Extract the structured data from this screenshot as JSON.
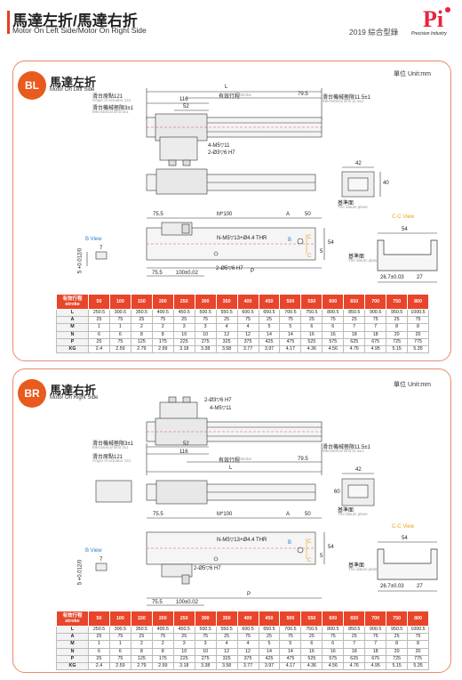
{
  "header": {
    "title": "馬達左折/馬達右折",
    "subtitle": "Motor On Left Side/Motor On Right Side",
    "catalog": "2019 綜合型錄",
    "logo_text": "Precision Industry",
    "logo_mark": "Pi"
  },
  "sections": [
    {
      "badge": "BL",
      "title": "馬達左折",
      "subtitle": "Motor On Left Side",
      "unit": "單位 Unit:mm",
      "labels": {
        "origin": "滑台原點121",
        "origin_en": "Origin of actuator 121",
        "mech_limit_l": "滑台機械極限3±1",
        "mech_limit_l_en": "Mechanical limit 3±1",
        "mech_limit_r": "滑台機械極限11.5±1",
        "mech_limit_r_en": "Mechanical limit 11.5±1",
        "stroke": "有效行程",
        "stroke_en": "Stroke",
        "L": "L",
        "d116": "116",
        "d52": "52",
        "d795": "79.5",
        "m5": "4-M5▽11",
        "dowel": "2-Ø3▽6 H7",
        "d42": "42",
        "d40": "40",
        "datum": "基準面",
        "datum_en": "The datum plane",
        "d755": "75.5",
        "m100": "M*100",
        "A": "A",
        "d50": "50",
        "nm5": "N-M5▽13+Ø4.4 THR",
        "B": "B",
        "C": "C",
        "d54": "54",
        "d5": "5",
        "dowel2": "2-Ø5▽6 H7",
        "P": "P",
        "d755b": "75.5",
        "d100": "100±0.02",
        "bview": "B View",
        "bview_dim": "5 +0.012/0",
        "d7": "7",
        "ccview": "C-C View",
        "cc54": "54",
        "cc267": "26.7±0.03",
        "cc27": "27",
        "datum2": "基準面",
        "datum2_en": "The datum plane"
      }
    },
    {
      "badge": "BR",
      "title": "馬達右折",
      "subtitle": "Motor On Right Side",
      "unit": "單位 Unit:mm",
      "labels": {
        "dowel": "2-Ø3▽6 H7",
        "m5": "4-M5▽11",
        "mech_limit_l": "滑台機械極限3±1",
        "mech_limit_l_en": "Mechanical limit 3±1",
        "d52": "52",
        "d116": "116",
        "mech_limit_r": "滑台機械極限11.5±1",
        "mech_limit_r_en": "Mechanical limit 11.5±1",
        "origin": "滑台原點121",
        "origin_en": "Origin of actuator 121",
        "stroke": "有效行程",
        "stroke_en": "Stroke",
        "d795": "79.5",
        "L": "L",
        "d42": "42",
        "d60": "60",
        "datum": "基準面",
        "datum_en": "The datum plane",
        "d755": "75.5",
        "m100": "M*100",
        "A": "A",
        "d50": "50",
        "nm5": "N-M5▽13+Ø4.4 THR",
        "B": "B",
        "C": "C",
        "d54": "54",
        "d5": "5",
        "dowel2": "2-Ø5▽6 H7",
        "P": "P",
        "d755b": "75.5",
        "d100": "100±0.02",
        "bview": "B View",
        "bview_dim": "5 +0.012/0",
        "d7": "7",
        "ccview": "C-C View",
        "cc54": "54",
        "cc267": "26.7±0.03",
        "cc27": "27",
        "datum2": "基準面",
        "datum2_en": "The datum plane"
      }
    }
  ],
  "table": {
    "header_label": "有效行程",
    "header_label_en": "stroke",
    "strokes": [
      "50",
      "100",
      "150",
      "200",
      "250",
      "300",
      "350",
      "400",
      "450",
      "500",
      "550",
      "600",
      "650",
      "700",
      "750",
      "800"
    ],
    "rows": [
      {
        "name": "L",
        "values": [
          "250.5",
          "300.5",
          "350.5",
          "400.5",
          "450.5",
          "500.5",
          "550.5",
          "600.5",
          "650.5",
          "700.5",
          "750.5",
          "800.5",
          "850.5",
          "900.5",
          "950.5",
          "1000.5"
        ]
      },
      {
        "name": "A",
        "values": [
          "25",
          "75",
          "25",
          "75",
          "25",
          "75",
          "25",
          "75",
          "25",
          "75",
          "25",
          "75",
          "25",
          "75",
          "25",
          "75"
        ]
      },
      {
        "name": "M",
        "values": [
          "1",
          "1",
          "2",
          "2",
          "3",
          "3",
          "4",
          "4",
          "5",
          "5",
          "6",
          "6",
          "7",
          "7",
          "8",
          "8"
        ]
      },
      {
        "name": "N",
        "values": [
          "6",
          "6",
          "8",
          "8",
          "10",
          "10",
          "12",
          "12",
          "14",
          "14",
          "16",
          "16",
          "18",
          "18",
          "20",
          "20"
        ]
      },
      {
        "name": "P",
        "values": [
          "25",
          "75",
          "125",
          "175",
          "225",
          "275",
          "325",
          "375",
          "425",
          "475",
          "525",
          "575",
          "625",
          "675",
          "725",
          "775"
        ]
      },
      {
        "name": "KG",
        "values": [
          "2.4",
          "2.59",
          "2.79",
          "2.99",
          "3.18",
          "3.38",
          "3.58",
          "3.77",
          "3.97",
          "4.17",
          "4.36",
          "4.56",
          "4.76",
          "4.95",
          "5.15",
          "5.35"
        ]
      }
    ]
  },
  "colors": {
    "accent": "#e8452a",
    "badge": "#e85a1e",
    "cview": "#e8a21e",
    "bview": "#2a7fd4"
  }
}
